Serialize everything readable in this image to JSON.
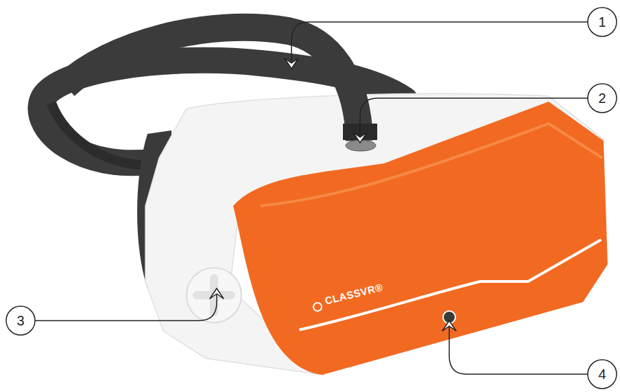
{
  "diagram": {
    "labels": [
      "1",
      "2",
      "3",
      "4",
      "CLASSVR®"
    ]
  }
}
